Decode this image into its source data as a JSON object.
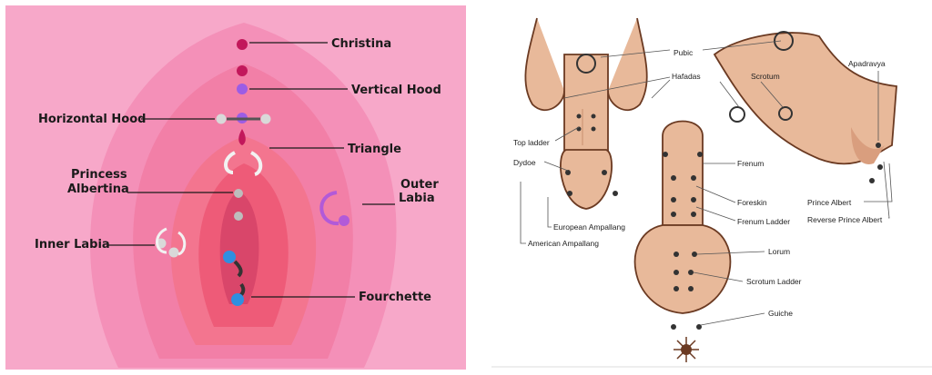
{
  "left": {
    "labels": {
      "christina": "Christina",
      "vertical_hood": "Vertical Hood",
      "horizontal_hood": "Horizontal Hood",
      "triangle": "Triangle",
      "princess_albertina_1": "Princess",
      "princess_albertina_2": "Albertina",
      "outer_labia_1": "Outer",
      "outer_labia_2": "Labia",
      "inner_labia": "Inner Labia",
      "fourchette": "Fourchette"
    },
    "colors": {
      "background": "#f7a8c9",
      "outer_layer": "#f490b8",
      "mid_layer": "#f3758f",
      "inner_layer": "#ee5b78",
      "core": "#d9466a",
      "magenta": "#c2185b",
      "purple": "#9b5de5",
      "blue": "#2f8fe0",
      "grey": "#d9d9d9"
    }
  },
  "right": {
    "labels": {
      "pubic": "Pubic",
      "hafadas": "Hafadas",
      "scrotum": "Scrotum",
      "apadravya": "Apadravya",
      "top_ladder": "Top ladder",
      "dydoe": "Dydoe",
      "frenum": "Frenum",
      "foreskin": "Foreskin",
      "frenum_ladder": "Frenum Ladder",
      "european_ampallang": "European Ampallang",
      "american_ampallang": "American Ampallang",
      "prince_albert": "Prince Albert",
      "reverse_prince_albert": "Reverse Prince Albert",
      "lorum": "Lorum",
      "scrotum_ladder": "Scrotum Ladder",
      "guiche": "Guiche"
    }
  }
}
